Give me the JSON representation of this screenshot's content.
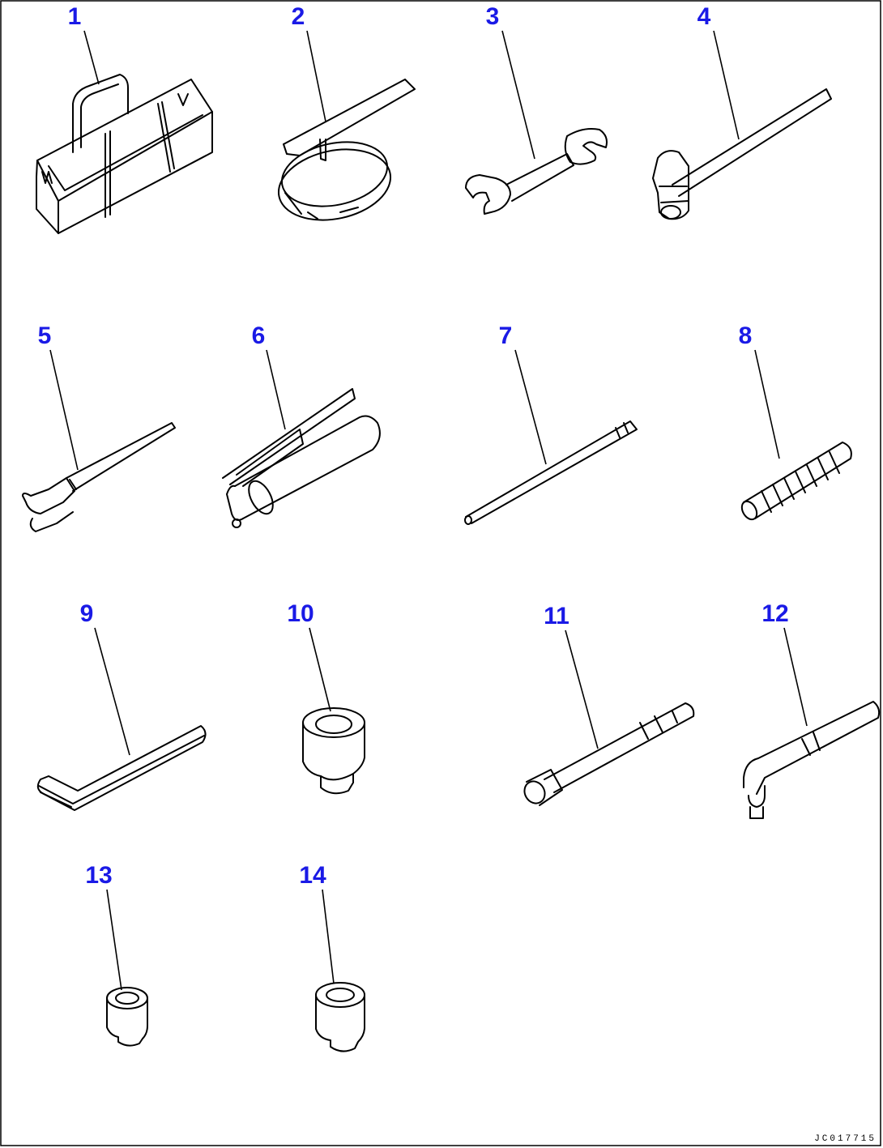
{
  "drawing_code": "JC017715",
  "parts": [
    {
      "id": 1,
      "label": "1",
      "icon": "tool-bag-icon"
    },
    {
      "id": 2,
      "label": "2",
      "icon": "filter-wrench-icon"
    },
    {
      "id": 3,
      "label": "3",
      "icon": "open-end-wrench-icon"
    },
    {
      "id": 4,
      "label": "4",
      "icon": "hammer-icon"
    },
    {
      "id": 5,
      "label": "5",
      "icon": "pry-bar-icon"
    },
    {
      "id": 6,
      "label": "6",
      "icon": "grease-gun-icon"
    },
    {
      "id": 7,
      "label": "7",
      "icon": "bar-icon"
    },
    {
      "id": 8,
      "label": "8",
      "icon": "nozzle-hose-icon"
    },
    {
      "id": 9,
      "label": "9",
      "icon": "hex-key-icon"
    },
    {
      "id": 10,
      "label": "10",
      "icon": "socket-icon"
    },
    {
      "id": 11,
      "label": "11",
      "icon": "extension-bar-icon"
    },
    {
      "id": 12,
      "label": "12",
      "icon": "l-handle-icon"
    },
    {
      "id": 13,
      "label": "13",
      "icon": "small-socket-icon"
    },
    {
      "id": 14,
      "label": "14",
      "icon": "socket-icon"
    }
  ]
}
